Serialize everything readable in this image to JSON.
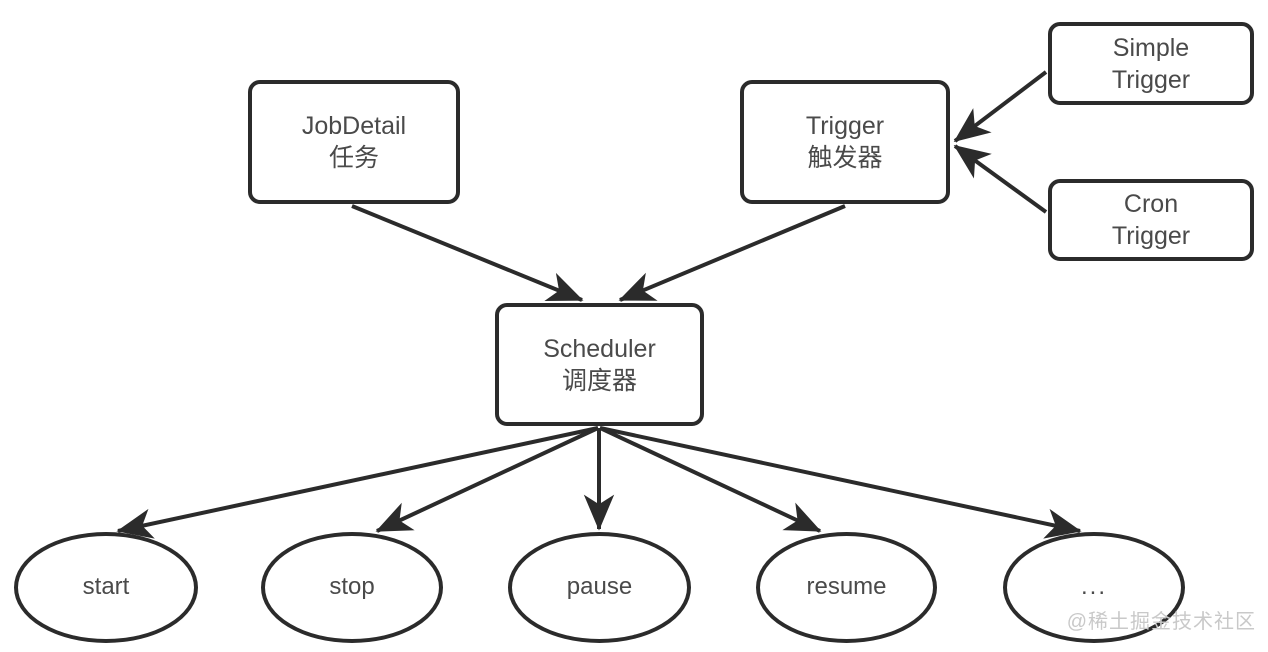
{
  "diagram": {
    "title": "Quartz Scheduler Architecture Diagram",
    "stroke_color": "#2b2b2b",
    "text_color": "#4a4a4a",
    "background_color": "#ffffff",
    "nodes": {
      "jobdetail": {
        "line1": "JobDetail",
        "line2": "任务"
      },
      "trigger": {
        "line1": "Trigger",
        "line2": "触发器"
      },
      "simple_trigger": {
        "line1": "Simple",
        "line2": "Trigger"
      },
      "cron_trigger": {
        "line1": "Cron",
        "line2": "Trigger"
      },
      "scheduler": {
        "line1": "Scheduler",
        "line2": "调度器"
      },
      "start": {
        "label": "start"
      },
      "stop": {
        "label": "stop"
      },
      "pause": {
        "label": "pause"
      },
      "resume": {
        "label": "resume"
      },
      "more": {
        "label": "..."
      }
    },
    "edges": [
      {
        "from": "jobdetail",
        "to": "scheduler",
        "arrow": "end"
      },
      {
        "from": "trigger",
        "to": "scheduler",
        "arrow": "end"
      },
      {
        "from": "simple_trigger",
        "to": "trigger",
        "arrow": "end"
      },
      {
        "from": "cron_trigger",
        "to": "trigger",
        "arrow": "end"
      },
      {
        "from": "scheduler",
        "to": "start",
        "arrow": "end"
      },
      {
        "from": "scheduler",
        "to": "stop",
        "arrow": "end"
      },
      {
        "from": "scheduler",
        "to": "pause",
        "arrow": "end"
      },
      {
        "from": "scheduler",
        "to": "resume",
        "arrow": "end"
      },
      {
        "from": "scheduler",
        "to": "more",
        "arrow": "end"
      }
    ]
  },
  "watermark": {
    "text": "@稀土掘金技术社区"
  }
}
